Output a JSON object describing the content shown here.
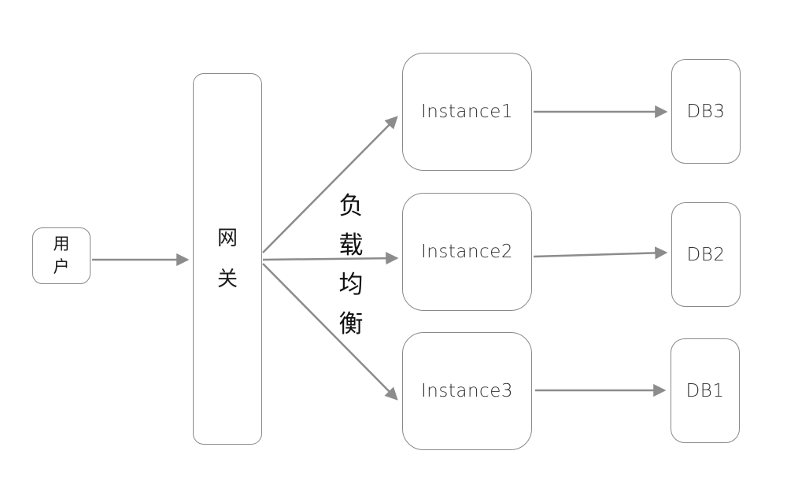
{
  "diagram": {
    "nodes": {
      "user": {
        "label": "用户"
      },
      "gateway": {
        "label": "网关"
      },
      "instance1": {
        "label": "Instance1"
      },
      "instance2": {
        "label": "Instance2"
      },
      "instance3": {
        "label": "Instance3"
      },
      "db3": {
        "label": "DB3"
      },
      "db2": {
        "label": "DB2"
      },
      "db1": {
        "label": "DB1"
      }
    },
    "annotation": {
      "load_balancing_label": "负载均衡"
    },
    "edges": [
      {
        "from": "user",
        "to": "gateway"
      },
      {
        "from": "gateway",
        "to": "instance1"
      },
      {
        "from": "gateway",
        "to": "instance2"
      },
      {
        "from": "gateway",
        "to": "instance3"
      },
      {
        "from": "instance1",
        "to": "db3"
      },
      {
        "from": "instance2",
        "to": "db2"
      },
      {
        "from": "instance3",
        "to": "db1"
      }
    ],
    "colors": {
      "background": "#ffffff",
      "node_border": "#898989",
      "arrow": "#8c8c8c",
      "cjk_text": "#1c1c1c",
      "latin_text": "#303030"
    }
  }
}
